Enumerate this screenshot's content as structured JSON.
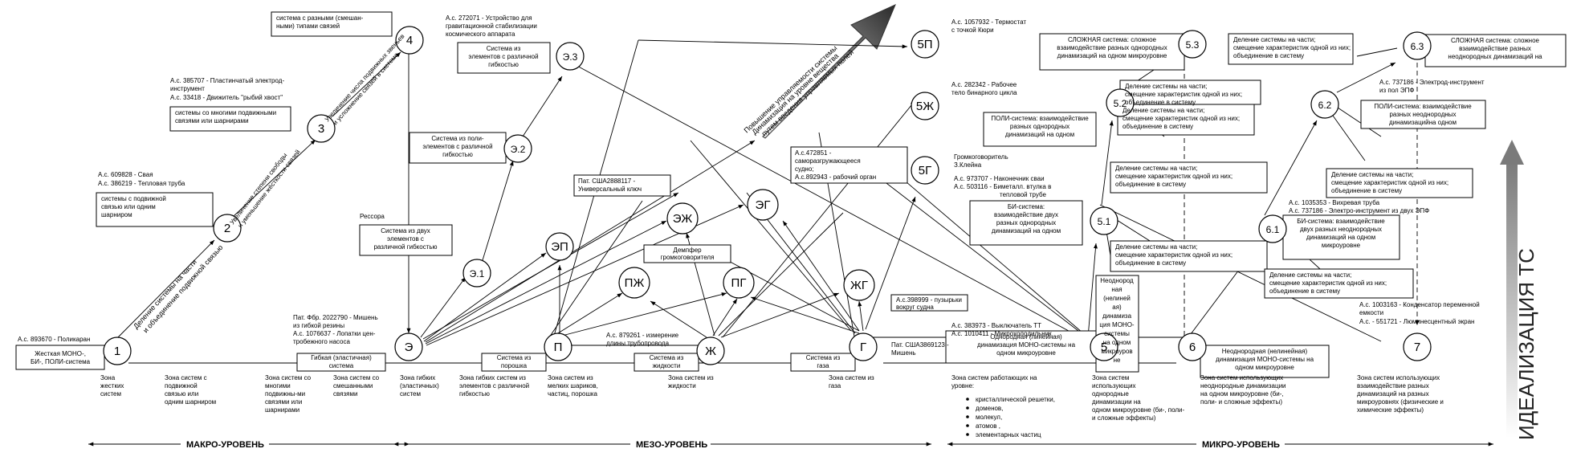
{
  "levels": {
    "macro": "МАКРО-УРОВЕНЬ",
    "meso": "МЕЗО-УРОВЕНЬ",
    "micro": "МИКРО-УРОВЕНЬ"
  },
  "side_title": "ИДЕАЛИЗАЦИЯ   ТС",
  "arrow_text": [
    "Повышение управляемости системы",
    "Динамизация на уровне вещества",
    "путем введения управляемых полей"
  ],
  "diag_labels": {
    "d1": [
      "Деление системы на части",
      "и объединение подвижной связью"
    ],
    "d2": [
      "Увеличение степени свободы",
      "и уменьшение жёсткости связей"
    ],
    "d3": [
      "Увеличение числа подвижных звеньев",
      "и усложнение связей в системе"
    ]
  },
  "nodes": [
    {
      "id": "n1",
      "label": "1"
    },
    {
      "id": "n2",
      "label": "2"
    },
    {
      "id": "n3",
      "label": "3"
    },
    {
      "id": "n4",
      "label": "4"
    },
    {
      "id": "E",
      "label": "Э"
    },
    {
      "id": "E1",
      "label": "Э.1"
    },
    {
      "id": "E2",
      "label": "Э.2"
    },
    {
      "id": "E3",
      "label": "Э.3"
    },
    {
      "id": "EP",
      "label": "ЭП"
    },
    {
      "id": "EZh",
      "label": "ЭЖ"
    },
    {
      "id": "EG",
      "label": "ЭГ"
    },
    {
      "id": "PZh",
      "label": "ПЖ"
    },
    {
      "id": "PG",
      "label": "ПГ"
    },
    {
      "id": "ZhG",
      "label": "ЖГ"
    },
    {
      "id": "P",
      "label": "П"
    },
    {
      "id": "Zh",
      "label": "Ж"
    },
    {
      "id": "G",
      "label": "Г"
    },
    {
      "id": "n5",
      "label": "5"
    },
    {
      "id": "n51",
      "label": "5.1"
    },
    {
      "id": "n52",
      "label": "5.2"
    },
    {
      "id": "n53",
      "label": "5.3"
    },
    {
      "id": "n6",
      "label": "6"
    },
    {
      "id": "n61",
      "label": "6.1"
    },
    {
      "id": "n62",
      "label": "6.2"
    },
    {
      "id": "n63",
      "label": "6.3"
    },
    {
      "id": "n7",
      "label": "7"
    },
    {
      "id": "n5P",
      "label": "5П"
    },
    {
      "id": "n5Zh",
      "label": "5Ж"
    },
    {
      "id": "n5G",
      "label": "5Г"
    }
  ],
  "boxes": {
    "b1": [
      "Жесткая МОНО-,",
      "БИ-, ПОЛИ-система"
    ],
    "b2": [
      "системы с подвижной",
      "связью или одним",
      "шарниром"
    ],
    "b3": [
      "системы со многими подвижными",
      "связями или шарнирами"
    ],
    "b4": [
      "система с разными (смешан-",
      "ными) типами связей"
    ],
    "bE": [
      "Гибкая (эластичная)",
      "система"
    ],
    "bE1": [
      "Система      из двух",
      "элементов   с",
      "различной гибкостью"
    ],
    "bE2": [
      "Система  из поли-",
      "элементов с различной",
      "гибкостью"
    ],
    "bE3": [
      "Система     из",
      "элементов с различной",
      "гибкостью"
    ],
    "bP": [
      "Система из",
      "порошка"
    ],
    "bZh": [
      "Система из",
      "жидкости"
    ],
    "bG": [
      "Система из",
      "газа"
    ],
    "b5": [
      "Однородная (линейная)",
      "динамизация МОНО-системы на",
      "одном микроуровне"
    ],
    "b51": [
      "БИ-система:",
      "взаимодействие двух",
      "разных однородных",
      "динамизаций на одном"
    ],
    "b52": [
      "ПОЛИ-система: взаимодействие",
      "разных однородных",
      "динамизаций на одном"
    ],
    "b53": [
      "СЛОЖНАЯ система: сложное",
      "взаимодействие разных однородных",
      "динамизаций на одном микроуровне"
    ],
    "b6": [
      "Неоднородная (нелинейная)",
      "динамизация МОНО-системы на",
      "одном микроуровне"
    ],
    "b61": [
      "БИ-система: взаимодействие",
      "двух разных неоднородных",
      "динамизаций на одном",
      "микроуровне"
    ],
    "b62": [
      "ПОЛИ-система: взаимодействие",
      "разных неоднородных",
      "динамизацийна одном"
    ],
    "b63": [
      "СЛОЖНАЯ система: сложное",
      "взаимодействие разных",
      "неоднородных динамизаций на"
    ],
    "bNeodn": [
      "Неоднород",
      "ная",
      "(нелиней",
      "ая)",
      "динамиза",
      "ция МОНО-",
      "системы",
      "на одном",
      "микроуров",
      "не"
    ],
    "bDiv1": [
      "Деление системы на части;",
      "смещение характеристик одной из них;",
      "объединение в систему"
    ],
    "bDiv2": [
      "Деление системы на части;",
      "смещение характеристик одной из них;",
      "объединение в систему"
    ],
    "bDiv3": [
      "Деление системы на части;",
      "смещение характеристик одной из них;",
      "объединение в систему"
    ],
    "bDiv4": [
      "Деление системы на части;",
      "смещение характеристик одной из них;",
      "объединение в систему"
    ],
    "bDiv5": [
      "Деление системы на части;",
      "смещение характеристик одной из них;",
      "объединение в систему"
    ],
    "bDiv6": [
      "Деление системы на части;",
      "смещение характеристик одной из них;",
      "объединение в систему"
    ],
    "bDiv7": [
      "Деление системы на части;",
      "смещение характеристик одной из них;",
      "объединение в систему"
    ],
    "bDemp": [
      "Демпфер",
      "громкоговорителя"
    ],
    "bUniv": [
      "Пат. США2888117 -",
      "Универсальный ключ"
    ],
    "bSamo": [
      "А.с.472851 -",
      "саморазгружающееся",
      "судно;",
      "А.с.892943 - рабочий орган"
    ],
    "bPuz": [
      "А.с.398999 - пузырьки",
      "вокруг судна"
    ]
  },
  "patents": {
    "p1": "А.с. 893670 - Поликаран",
    "p2a": "А.с. 609828 - Свая",
    "p2b": "А.с. 386219 - Тепловая труба",
    "p3a": "А.с. 385707 - Пластинчатый электрод-",
    "p3b": "инструмент",
    "p3c": "А.с. 33418 - Движитель \"рыбий хвост\"",
    "pE3a": "А.с. 272071 - Устройство для",
    "pE3b": "гравитационной стабилизации",
    "pE3c": "космического аппарата",
    "pRes": "Рессора",
    "pEa": "Пат. Фбр. 2022790 - Мишень",
    "pEb": "из гибкой резины",
    "pEc": "А.с.  1076637 - Лопатки цен-",
    "pEd": "тробежного насоса",
    "pZha": "А.с. 879261 - измерение",
    "pZhb": "длины трубопровода",
    "pGa": "Пат. США3869123 -",
    "pGb": "Мишень",
    "p5Pa": "А.с. 1057932 - Термостат",
    "p5Pb": "с точкой Кюри",
    "p5Zha": "А.с. 282342 - Рабочее",
    "p5Zhb": "тело бинарного цикла",
    "p5Ga": "Громкоговоритель",
    "p5Gb": "З.Клейна",
    "p51a": "А.с. 973707 - Наконечник сваи",
    "p51b": "А.с. 503116 - Биметалл. втулка в",
    "p51c": "тепловой трубе",
    "p5a": "А.с. 383973 - Выключатель ТТ",
    "p5b": "А.с. 1010411 - Микрохолодильник",
    "p61a": "А.с. 1035353 - Вихревая труба",
    "p61b": "А.с. 737186 - Электро-инструмент из двух ЭПФ",
    "p62a": "А.с. 737186 - Электрод-инструмент",
    "p62b": "из пол ЭПФ",
    "p7a": "А.с. 1003163 - Конденсатор переменной",
    "p7b": "емкости",
    "p7c": "А.с. - 551721 - Люминесцентный экран"
  },
  "zones": {
    "z1": [
      "Зона",
      "жестких",
      "систем"
    ],
    "z2": [
      "Зона систем с",
      "подвижной",
      "связью или",
      "одним шарниром"
    ],
    "z3": [
      "Зона систем со",
      "многими",
      "подвижны-ми",
      "связями или",
      "шарнирами"
    ],
    "z4": [
      "Зона систем со",
      "смешанными",
      "связями"
    ],
    "zE": [
      "Зона гибких",
      "(эластичных)",
      "систем"
    ],
    "zE1": [
      "Зона гибких систем из",
      "элементов с различной",
      "гибкостью"
    ],
    "zP": [
      "Зона систем из",
      "мелких шариков,",
      "частиц, порошка"
    ],
    "zZh": [
      "Зона систем из",
      "жидкости"
    ],
    "zG": [
      "Зона систем из",
      "газа"
    ],
    "z5": [
      "Зона систем работающих на",
      "уровне:"
    ],
    "z5list": [
      "кристаллической решетки,",
      "доменов,",
      "молекул,",
      "атомов ,",
      "элементарных частиц"
    ],
    "z51": [
      "Зона систем",
      "использующих",
      "однородные",
      "динамизации на",
      "одном микроуровне (би-, поли-",
      "и сложные эффекты)"
    ],
    "z6": [
      "Зона систем использующих",
      "неоднородные динамизации",
      "на одном микроуровне (би-,",
      "поли- и сложные эффекты)"
    ],
    "z7": [
      "Зона систем использующих",
      "взаимодействие разных",
      "динамизаций на разных",
      "микроуровнях (физические и",
      "химические эффекты)"
    ]
  }
}
